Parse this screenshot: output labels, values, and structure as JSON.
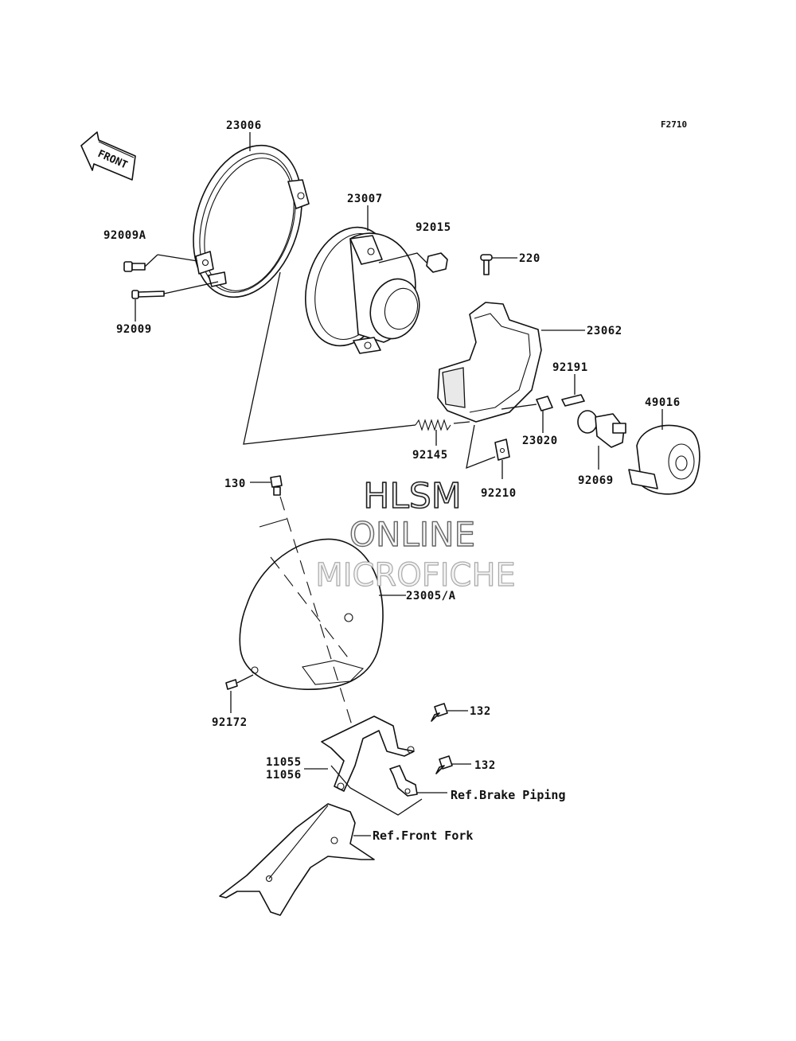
{
  "diagram": {
    "figure_code": "F2710",
    "front_arrow_label": "FRONT",
    "labels": {
      "p23006": "23006",
      "p23007": "23007",
      "p92015": "92015",
      "p220": "220",
      "p92009a": "92009A",
      "p92009": "92009",
      "p23062": "23062",
      "p92191": "92191",
      "p49016": "49016",
      "p23020": "23020",
      "p92145": "92145",
      "p92069": "92069",
      "p92210": "92210",
      "p130": "130",
      "p23005a": "23005/A",
      "p92172": "92172",
      "p132a": "132",
      "p132b": "132",
      "p11055": "11055",
      "p11056": "11056",
      "ref_brake": "Ref.Brake Piping",
      "ref_fork": "Ref.Front Fork"
    },
    "watermark": {
      "line1": "HLSM",
      "line2": "ONLINE",
      "line3": "MICROFICHE"
    }
  }
}
